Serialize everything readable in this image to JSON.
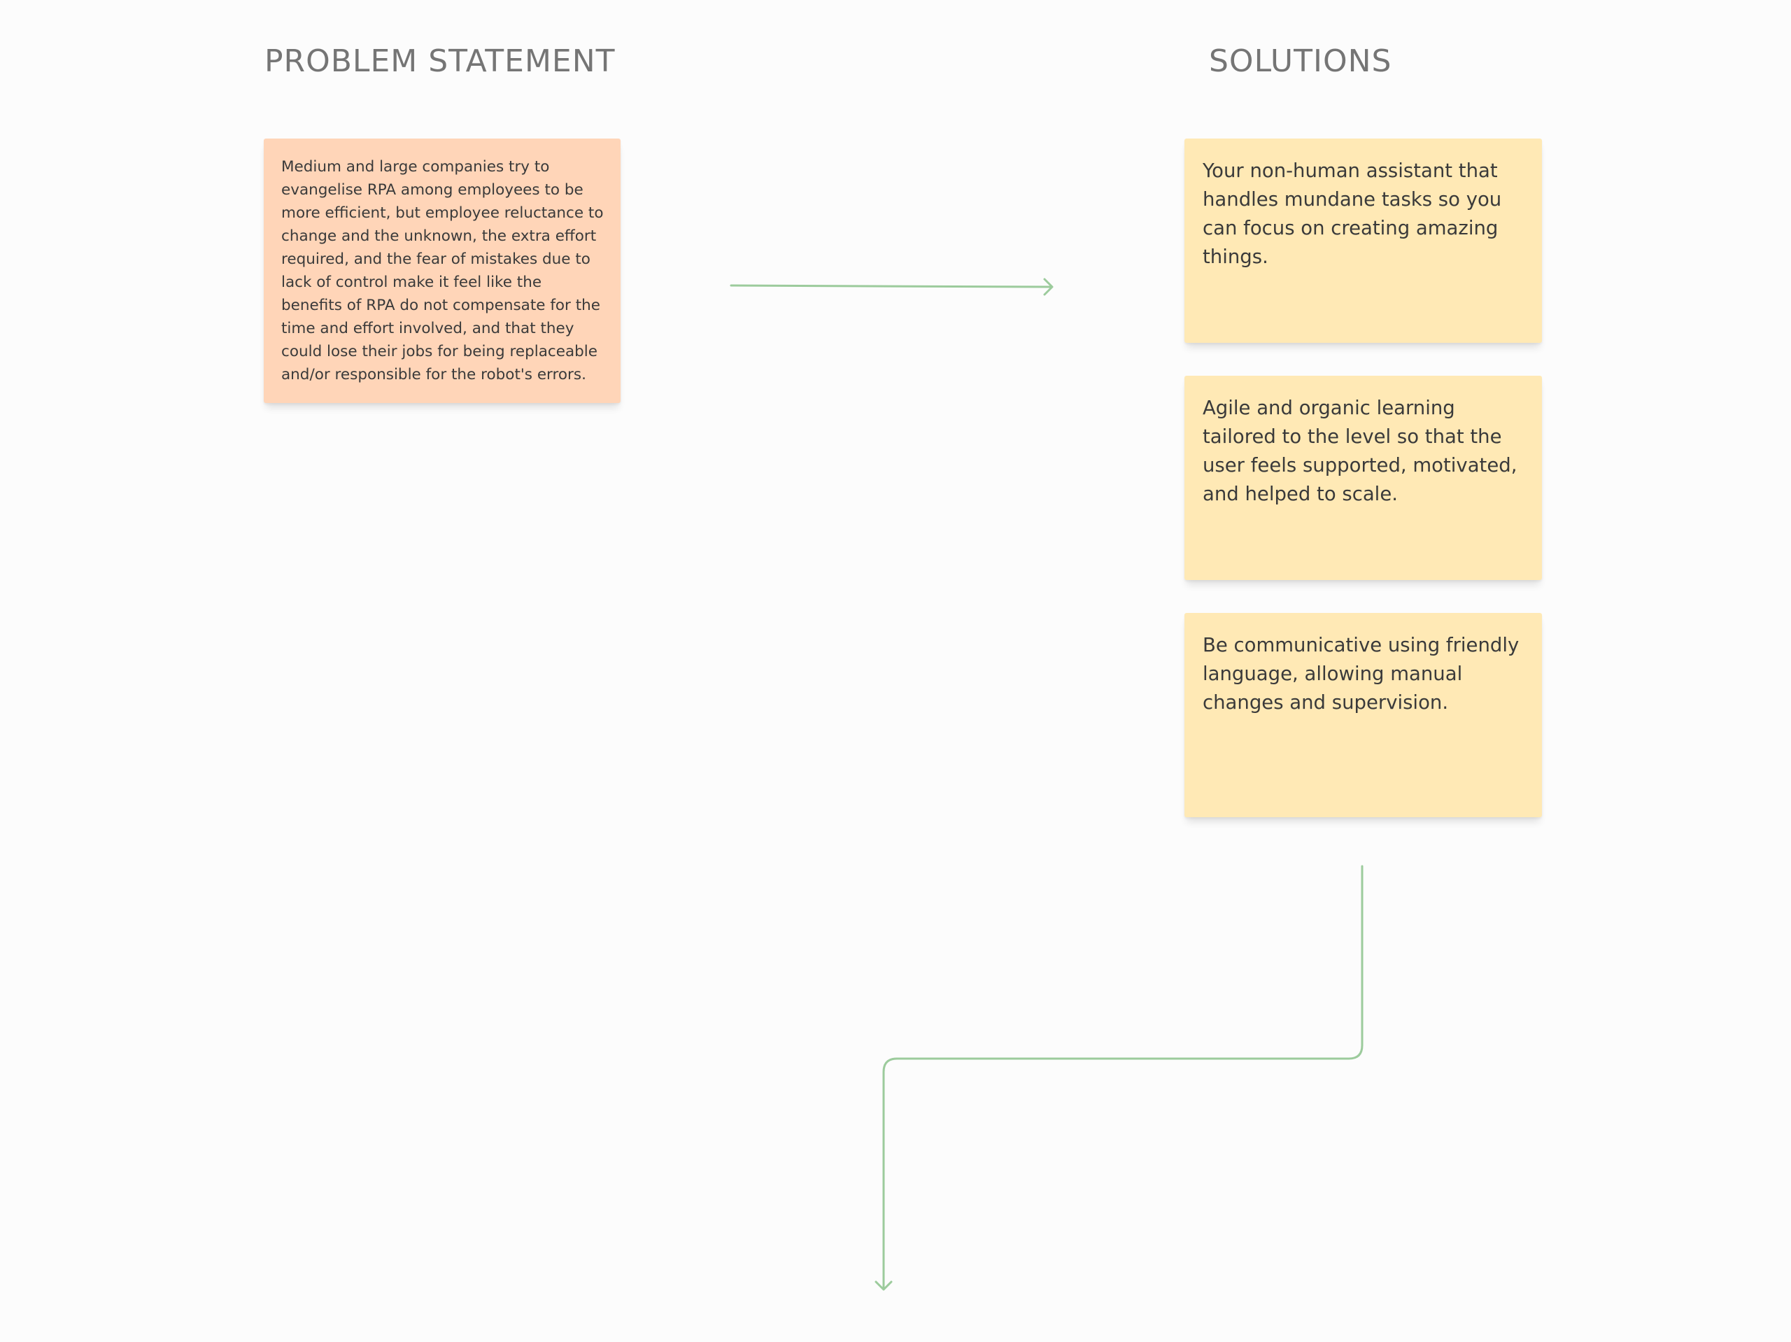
{
  "headings": {
    "problem": "PROBLEM STATEMENT",
    "solutions": "SOLUTIONS"
  },
  "problem_note": {
    "text": "Medium and large companies try to evangelise RPA among employees to be more efficient, but employee reluctance to change and the unknown, the extra effort required, and the fear of mistakes due to lack of control make it feel like the benefits of RPA do not compensate for the time and effort involved, and that they could lose their jobs for being replaceable and/or responsible for the robot's errors.",
    "color": "#ffd5b8"
  },
  "solution_notes": [
    {
      "text": "Your non-human assistant that handles mundane tasks so you can focus on creating amazing things."
    },
    {
      "text": "Agile and organic learning tailored to the level so that the user feels supported, motivated, and helped to scale."
    },
    {
      "text": "Be communicative using friendly language, allowing manual changes and supervision."
    }
  ],
  "solution_color": "#ffe9b5",
  "connector_color": "#9ccb9c"
}
